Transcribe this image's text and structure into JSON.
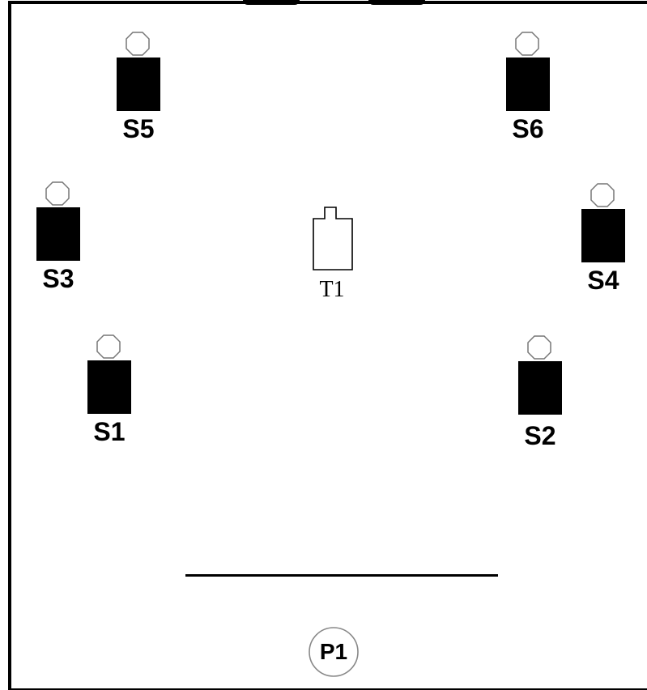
{
  "speakers": {
    "s1": {
      "label": "S1"
    },
    "s2": {
      "label": "S2"
    },
    "s3": {
      "label": "S3"
    },
    "s4": {
      "label": "S4"
    },
    "s5": {
      "label": "S5"
    },
    "s6": {
      "label": "S6"
    }
  },
  "target": {
    "label": "T1"
  },
  "participant": {
    "label": "P1"
  }
}
